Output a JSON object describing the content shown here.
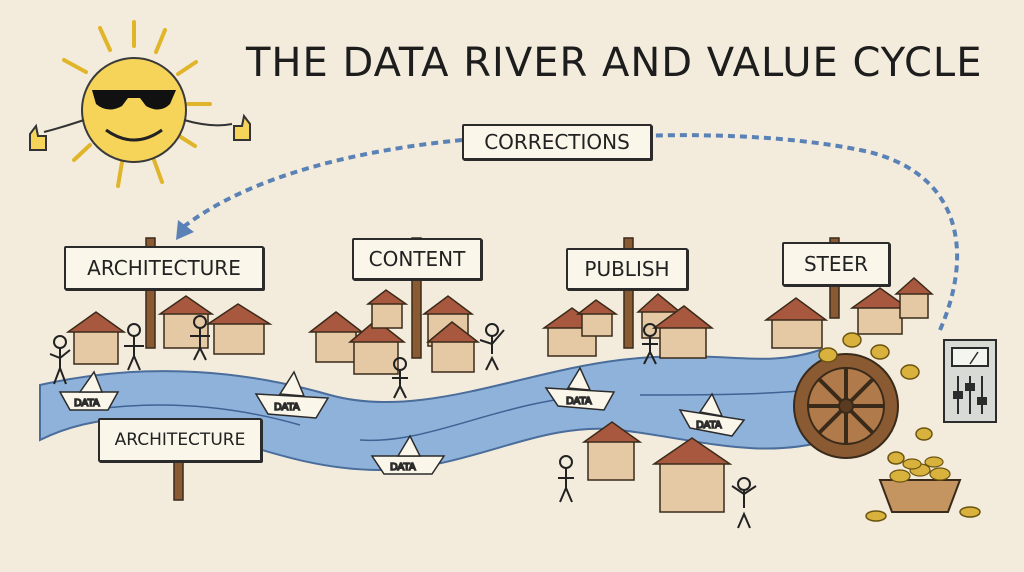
{
  "title": "THE DATA RIVER AND VALUE CYCLE",
  "signs": {
    "corrections": "CORRECTIONS",
    "architecture_top": "ARCHITECTURE",
    "content": "CONTENT",
    "publish": "PUBLISH",
    "steer": "STEER",
    "architecture_bottom": "ARCHITECTURE"
  },
  "boats": [
    "DATA",
    "DATA",
    "DATA",
    "DATA",
    "DATA"
  ],
  "colors": {
    "river": "#8fb2da",
    "sun": "#f6d45a",
    "wood": "#8a5a33",
    "roof": "#a8583e",
    "house": "#e4c9a4",
    "coin": "#d9b23e"
  }
}
